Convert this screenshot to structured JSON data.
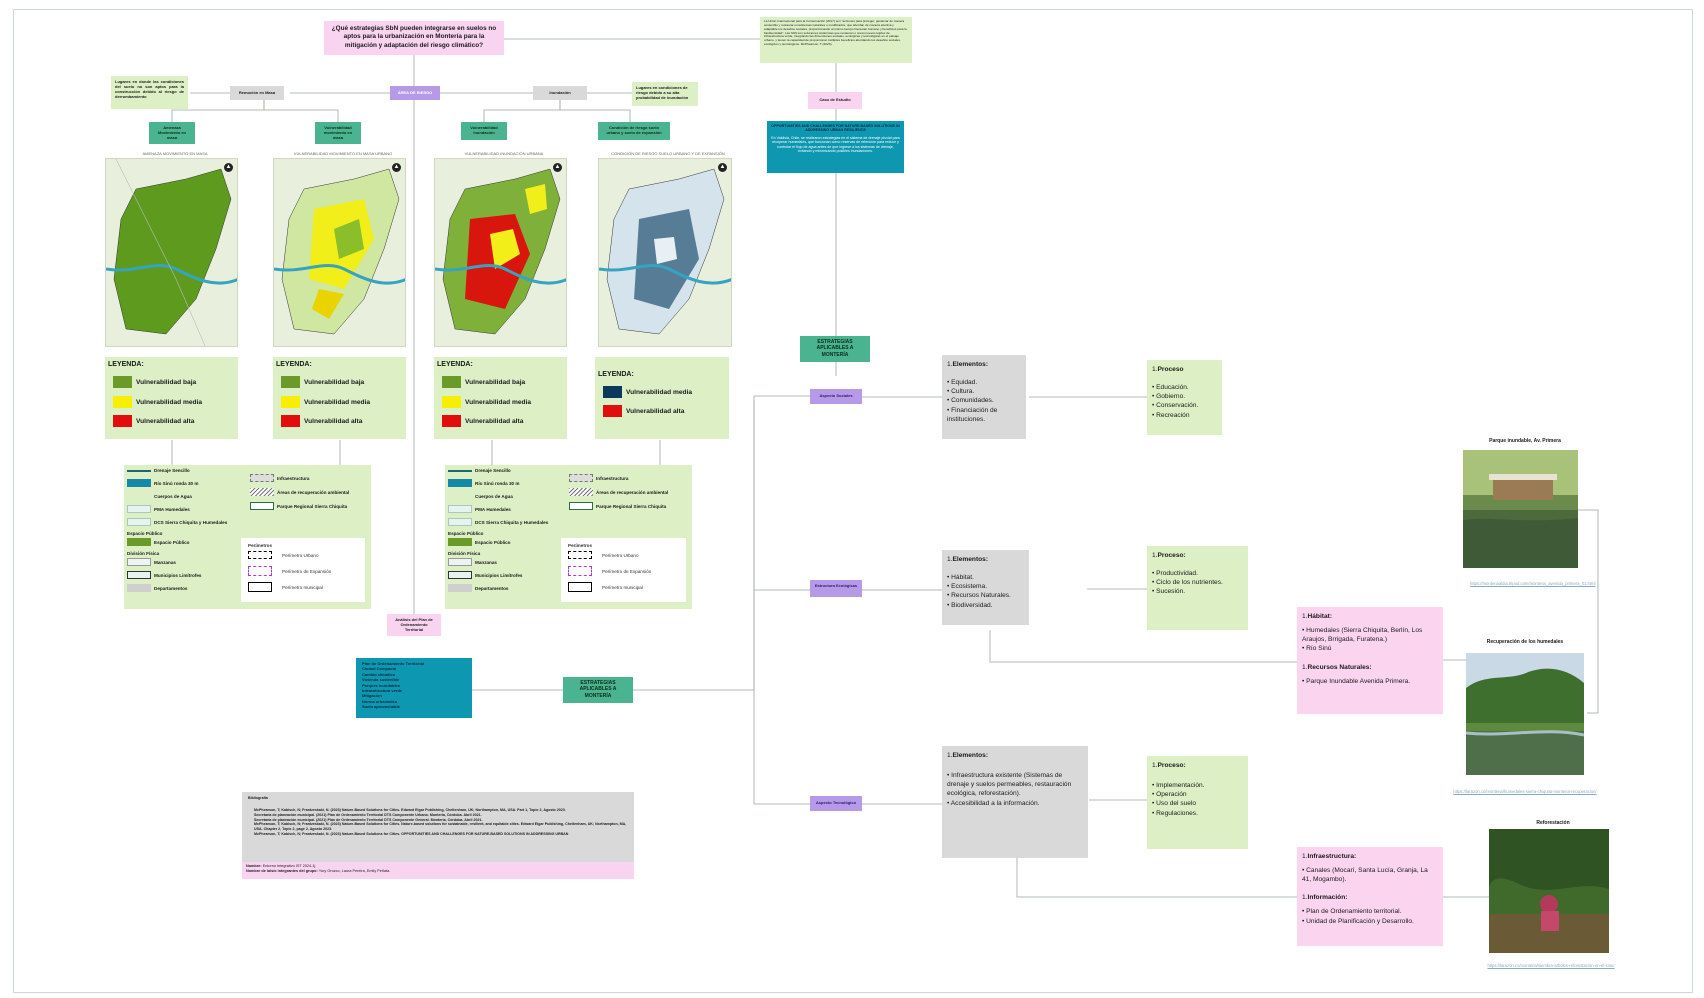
{
  "question": "¿Qué estrategias SbN pueden integrarse en suelos no aptos para la urbanización en Montería para la mitigación y adaptación del riesgo climático?",
  "definition": "La Unión Internacional para la Conservación (2017) son \"acciones para proteger, gestionar de manera sostenible y restaurar ecosistemas naturales o modificados, que abordan de manera efectiva y adaptable los desafíos sociales, proporcionando al mismo tiempo bienestar humano y beneficios para la biodiversidad\". Las SbN son soluciones sistémicas que restauran o crean nuevos tejidos de infraestructura verde, integrando las dimensiones sociales, ecológicas y tecnológicas en el paisaje urbano, y tienen la capacidad de proporcionar múltiples beneficios abordando los desafíos sociales, ecológicos y tecnológicos. McPhearson, T (2023).",
  "nodes": {
    "area_riesgo": "ÁREA DE RIESGO",
    "remocion": "Remoción en Masa",
    "inundacion": "Inundación",
    "remocion_note": "Lugares en donde las condiciones del suelo no son aptos para la construcción debido al riesgo de derrumbamiento",
    "inundacion_note": "Lugares en condiciones de riesgo debido a su alta probabilidad de inundación",
    "amenaza": "Amenaza Movimiento en masa",
    "vuln_mov": "Vulnerabilidad movimiento en masa",
    "vuln_inund": "Vulnerabilidad inundación",
    "condicion": "Condición de riesgo suelo urbano y suelo de expansión",
    "caso": "Caso de Estudio",
    "analisis": "Análisis del Plan de Ordenamiento Territorial",
    "estrategias_top": "ESTRATEGIAS APLICABLES A MONTERÍA",
    "estrategias_mid": "ESTRATEGIAS APLICABLES A MONTERÍA"
  },
  "opportunities": {
    "title": "OPPORTUNITIES AND CHALLENGES FOR NATURE-BASED SOLUTIONS IN ADDRESSING URBAN RESILIENCE",
    "body": "En Valdivia, Chile, se realizaron estrategias en el sistema de drenaje pluvial para recuperar humedales, que funcionan como reservas de retención para reducir y controlar el flujo de agua antes de que ingrese a los sistemas de drenaje, evitando y minimizando posibles inundaciones."
  },
  "pot_list": [
    "Plan de Ordenamiento Territorial",
    "Ciudad Compacta",
    "Cambio climático",
    "Vivienda sostenible",
    "Parques inundables",
    "Infraestructura verde",
    "Mitigación",
    "Norma urbanística",
    "Suelo aprovechable"
  ],
  "maps": [
    {
      "caption": "AMENAZA MOVIMIENTO EN MASA",
      "legend_title": "LEYENDA:",
      "items": [
        {
          "label": "Vulnerabilidad baja",
          "color": "#6b9a2a"
        },
        {
          "label": "Vulnerabilidad media",
          "color": "#f6f000"
        },
        {
          "label": "Vulnerabilidad alta",
          "color": "#e20d0d"
        }
      ]
    },
    {
      "caption": "VULNERABILIDAD MOVIMIENTO EN MASA URBANO",
      "legend_title": "LEYENDA:",
      "items": [
        {
          "label": "Vulnerabilidad baja",
          "color": "#6b9a2a"
        },
        {
          "label": "Vulnerabilidad media",
          "color": "#f6f000"
        },
        {
          "label": "Vulnerabilidad alta",
          "color": "#e20d0d"
        }
      ]
    },
    {
      "caption": "VULNERABILIDAD INUNDACIÓN URBANA",
      "legend_title": "LEYENDA:",
      "items": [
        {
          "label": "Vulnerabilidad baja",
          "color": "#6b9a2a"
        },
        {
          "label": "Vulnerabilidad media",
          "color": "#f6f000"
        },
        {
          "label": "Vulnerabilidad alta",
          "color": "#e20d0d"
        }
      ]
    },
    {
      "caption": "CONDICIÓN DE RIESGO SUELO URBANO Y DE EXPANSIÓN",
      "legend_title": "LEYENDA:",
      "items": [
        {
          "label": "Vulnerabilidad media",
          "color": "#0b3a5c"
        },
        {
          "label": "Vulnerabilidad alta",
          "color": "#e20d0d"
        }
      ]
    }
  ],
  "base_legend": {
    "left": [
      "Drenaje Sencillo",
      "Río Sinú ronda 30 m",
      "Cuerpos de Agua",
      "PMA Humedales",
      "DCS Sierra Chiquita y Humedales",
      "Espacio Público",
      "Espacio Público",
      "División Física",
      "Manzanas",
      "Municipios Limítrofes",
      "Departamentos"
    ],
    "right": [
      "Infraestructura",
      "Áreas de recuperación ambiental",
      "Parque Regional Sierra Chiquita"
    ],
    "perimetros_title": "Perímetros",
    "perimetros": [
      "Perímetro Urbano",
      "Perímetro de Expansión",
      "Perímetro municipal"
    ]
  },
  "aspects": {
    "social": "Aspecto Sociales",
    "ecologic": "Estructura Ecológicas",
    "tech": "Aspecto Tecnológico"
  },
  "elements": [
    {
      "num": "1.",
      "title": "Elementos:",
      "items": [
        "Equidad.",
        "Cultura.",
        "Comunidades.",
        "Financiación de instituciones."
      ]
    },
    {
      "num": "1.",
      "title": "Elementos:",
      "items": [
        "Hábitat.",
        "Ecosistema.",
        "Recursos Naturales.",
        "Biodiversidad."
      ]
    },
    {
      "num": "1.",
      "title": "Elementos:",
      "items": [
        "Infraestructura existente (Sistemas de drenaje y suelos permeables, restauración ecológica, reforestación).",
        "Accesibilidad a la información."
      ]
    }
  ],
  "processes": [
    {
      "num": "1.",
      "title": "Proceso",
      "items": [
        "Educación.",
        "Gobierno.",
        "Conservación.",
        "Recreación"
      ]
    },
    {
      "num": "1.",
      "title": "Proceso:",
      "items": [
        "Productividad.",
        "Ciclo de los nutrientes.",
        "Sucesión."
      ]
    },
    {
      "num": "1.",
      "title": "Proceso:",
      "items": [
        "Implementación.",
        "Operación",
        "Uso del suelo",
        "Regulaciones."
      ]
    }
  ],
  "pink_eco": [
    {
      "num": "1.",
      "title": "Hábitat:",
      "items": [
        "Humedales (Sierra Chiquita, Berlín, Los Araujos, Brrigada, Furatena.)",
        "Río Sinú"
      ]
    },
    {
      "num": "1.",
      "title": "Recursos Naturales:",
      "items": [
        "Parque Inundable Avenida Primera."
      ]
    }
  ],
  "pink_tech": [
    {
      "num": "1.",
      "title": "Infraestructura:",
      "items": [
        "Canales (Mocarí, Santa Lucía, Granja, La 41, Mogambo)."
      ]
    },
    {
      "num": "1.",
      "title": "Información:",
      "items": [
        "Plan de Ordenamiento territorial.",
        "Unidad de Planificación y Desarrollo."
      ]
    }
  ],
  "photos": [
    {
      "title": "Parque inundable, Av. Primera",
      "link": "https://monteriaaldia.tripod.com/monteria_avenida_primera_01.html"
    },
    {
      "title": "Recuperación de los humedales",
      "link": "https://larazon.co/monteria/humedales-sierra-chiquita-monteria-recuperacion/"
    },
    {
      "title": "Reforestación",
      "link": "https://larazon.co/monteria/siembra-arboles-reforestacion-en-el-sinu/"
    }
  ],
  "bibliography": {
    "title": "Bibliografía",
    "items": [
      "McPhearson, T; Kabisch, N; Frantzeskaki, N. (2023) Nature-Based Solutions for Cities. Edward Elgar Publishing, Cheltenham, UK; Northampton, MA, USA. Part 1, Topic 2, Agosto 2023.",
      "Secretaría de planeación municipal. (2021) Plan de Ordenamiento Territorial DTS Componente Urbano. Montería, Córdoba. Abril 2021.",
      "Secretaría de planeación municipal. (2021) Plan de Ordenamiento Territorial DTS Componente General. Montería, Córdoba. Abril 2021.",
      "McPhearson, T; Kabisch, N; Frantzeskaki, N. (2023) Nature-Based Solutions for Cities. Nature-based solutions for sustainable, resilient, and equitable cities. Edward Elgar Publishing, Cheltenham, UK; Northampton, MA, USA. Chapter 2, Topic 2, page 2, Agosto 2023.",
      "McPhearson, T; Kabisch, N; Frantzeskaki, N. (2023) Nature-Based Solutions for Cities. OPPORTUNITIES AND CHALLENGES FOR NATURE-BASED SOLUTIONS IN ADDRESSING URBAN"
    ],
    "name_label": "Nombre:",
    "name_value": "Entorno Integrativo IST 2024-1j",
    "group_label": "Nombre de la/s/o integrantes del grupo:",
    "group_value": "Yury Orozco, Laura Pereira, Emily Peñata."
  },
  "colors": {
    "teal": "#4ab38f",
    "purple": "#b69ae8",
    "pink": "#f9d4f0",
    "lightgreen": "#dcefc5",
    "gray": "#d9d9d9",
    "blue": "#0d97b0"
  }
}
